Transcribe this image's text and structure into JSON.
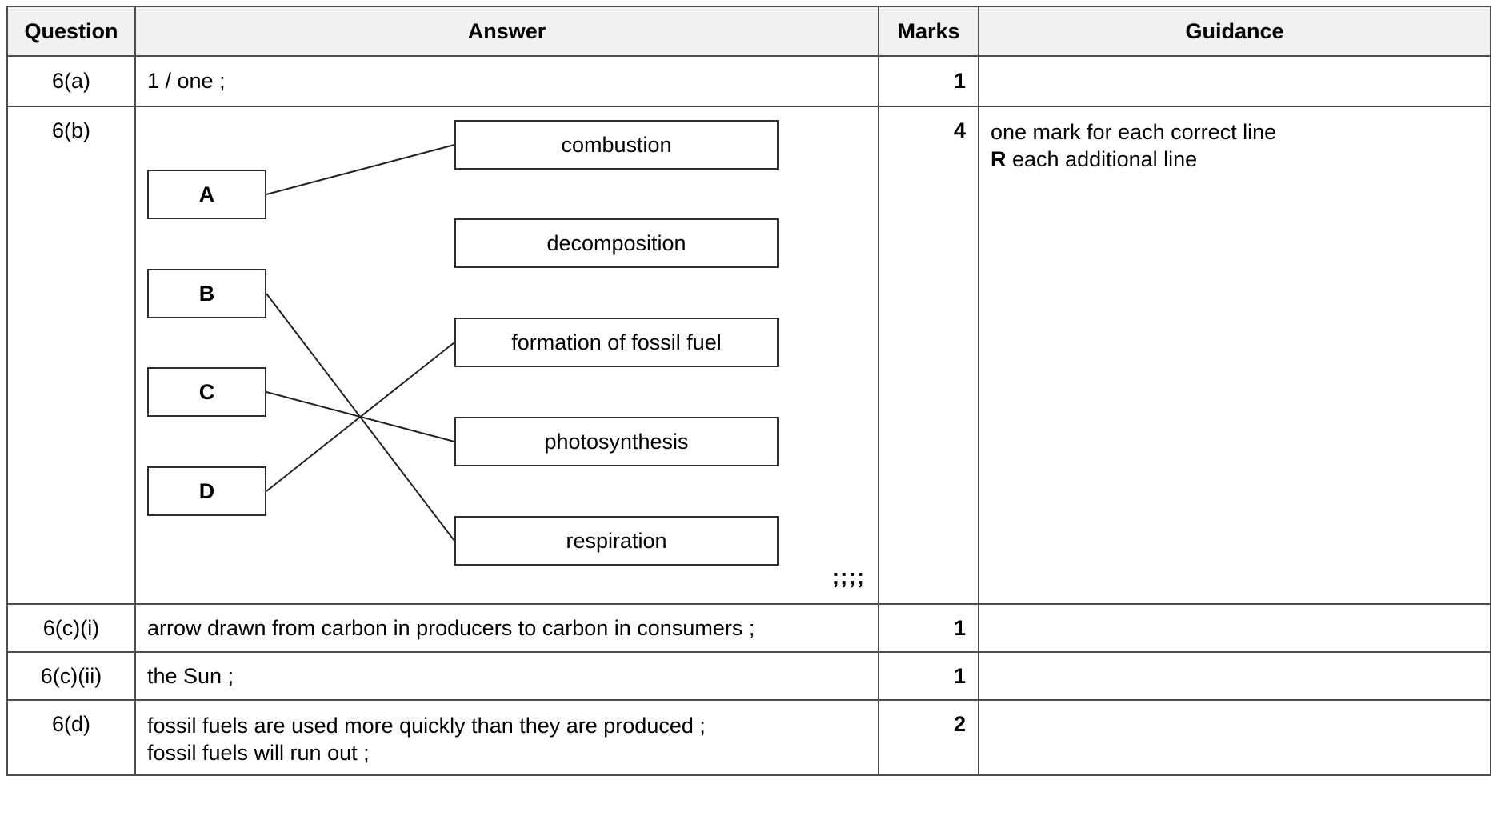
{
  "table": {
    "headers": {
      "question": "Question",
      "answer": "Answer",
      "marks": "Marks",
      "guidance": "Guidance"
    }
  },
  "rows": {
    "r6a": {
      "question": "6(a)",
      "answer": "1 / one ;",
      "marks": "1"
    },
    "r6b": {
      "question": "6(b)",
      "marks": "4",
      "answer_ticks": ";;;;",
      "guidance_line1": "one mark for each correct line",
      "guidance_line2_bold": "R",
      "guidance_line2_rest": "each additional line"
    },
    "r6ci": {
      "question": "6(c)(i)",
      "answer": "arrow drawn from carbon in producers to carbon in consumers ;",
      "marks": "1"
    },
    "r6cii": {
      "question": "6(c)(ii)",
      "answer": "the Sun ;",
      "marks": "1"
    },
    "r6d": {
      "question": "6(d)",
      "answer_line1": "fossil fuels are used more quickly than they are produced ;",
      "answer_line2": "fossil fuels will run out ;",
      "marks": "2"
    }
  },
  "diagram": {
    "left_boxes": [
      {
        "id": "A",
        "label": "A"
      },
      {
        "id": "B",
        "label": "B"
      },
      {
        "id": "C",
        "label": "C"
      },
      {
        "id": "D",
        "label": "D"
      }
    ],
    "right_boxes": [
      {
        "id": "combustion",
        "label": "combustion"
      },
      {
        "id": "decomposition",
        "label": "decomposition"
      },
      {
        "id": "fossil",
        "label": "formation of fossil fuel"
      },
      {
        "id": "photosynthesis",
        "label": "photosynthesis"
      },
      {
        "id": "respiration",
        "label": "respiration"
      }
    ],
    "connections": [
      {
        "from": "A",
        "to": "combustion"
      },
      {
        "from": "B",
        "to": "respiration"
      },
      {
        "from": "C",
        "to": "photosynthesis"
      },
      {
        "from": "D",
        "to": "fossil"
      }
    ],
    "line_color": "#222222"
  }
}
